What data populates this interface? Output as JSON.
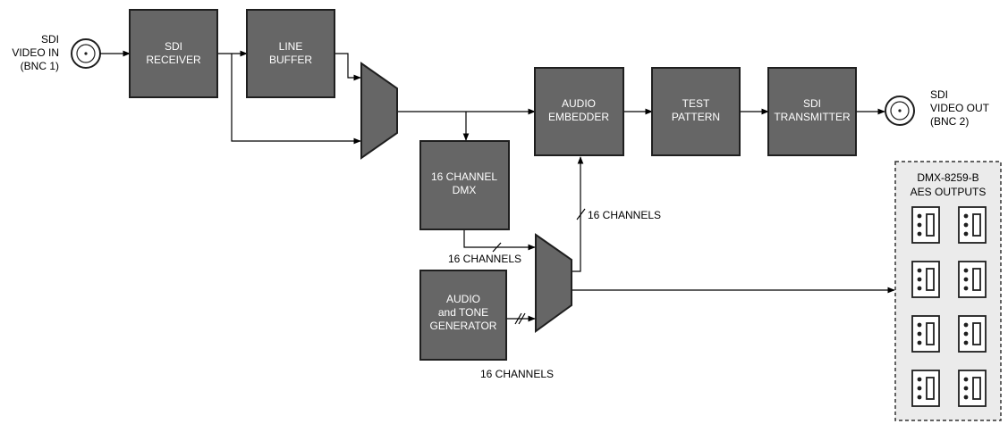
{
  "input": {
    "line1": "SDI",
    "line2": "VIDEO IN",
    "line3": "(BNC 1)"
  },
  "output": {
    "line1": "SDI",
    "line2": "VIDEO OUT",
    "line3": "(BNC 2)"
  },
  "blocks": {
    "sdi_receiver": [
      "SDI",
      "RECEIVER"
    ],
    "line_buffer": [
      "LINE",
      "BUFFER"
    ],
    "audio_embedder": [
      "AUDIO",
      "EMBEDDER"
    ],
    "test_pattern": [
      "TEST",
      "PATTERN"
    ],
    "sdi_transmitter": [
      "SDI",
      "TRANSMITTER"
    ],
    "channel_dmx": [
      "16 CHANNEL",
      "DMX"
    ],
    "audio_tone_generator": [
      "AUDIO",
      "and TONE",
      "GENERATOR"
    ]
  },
  "bus_labels": {
    "to_embedder": "16 CHANNELS",
    "from_dmx": "16 CHANNELS",
    "from_generator": "16 CHANNELS"
  },
  "aes_panel": {
    "title_line1": "DMX-8259-B",
    "title_line2": "AES OUTPUTS",
    "connector_count": 8
  }
}
